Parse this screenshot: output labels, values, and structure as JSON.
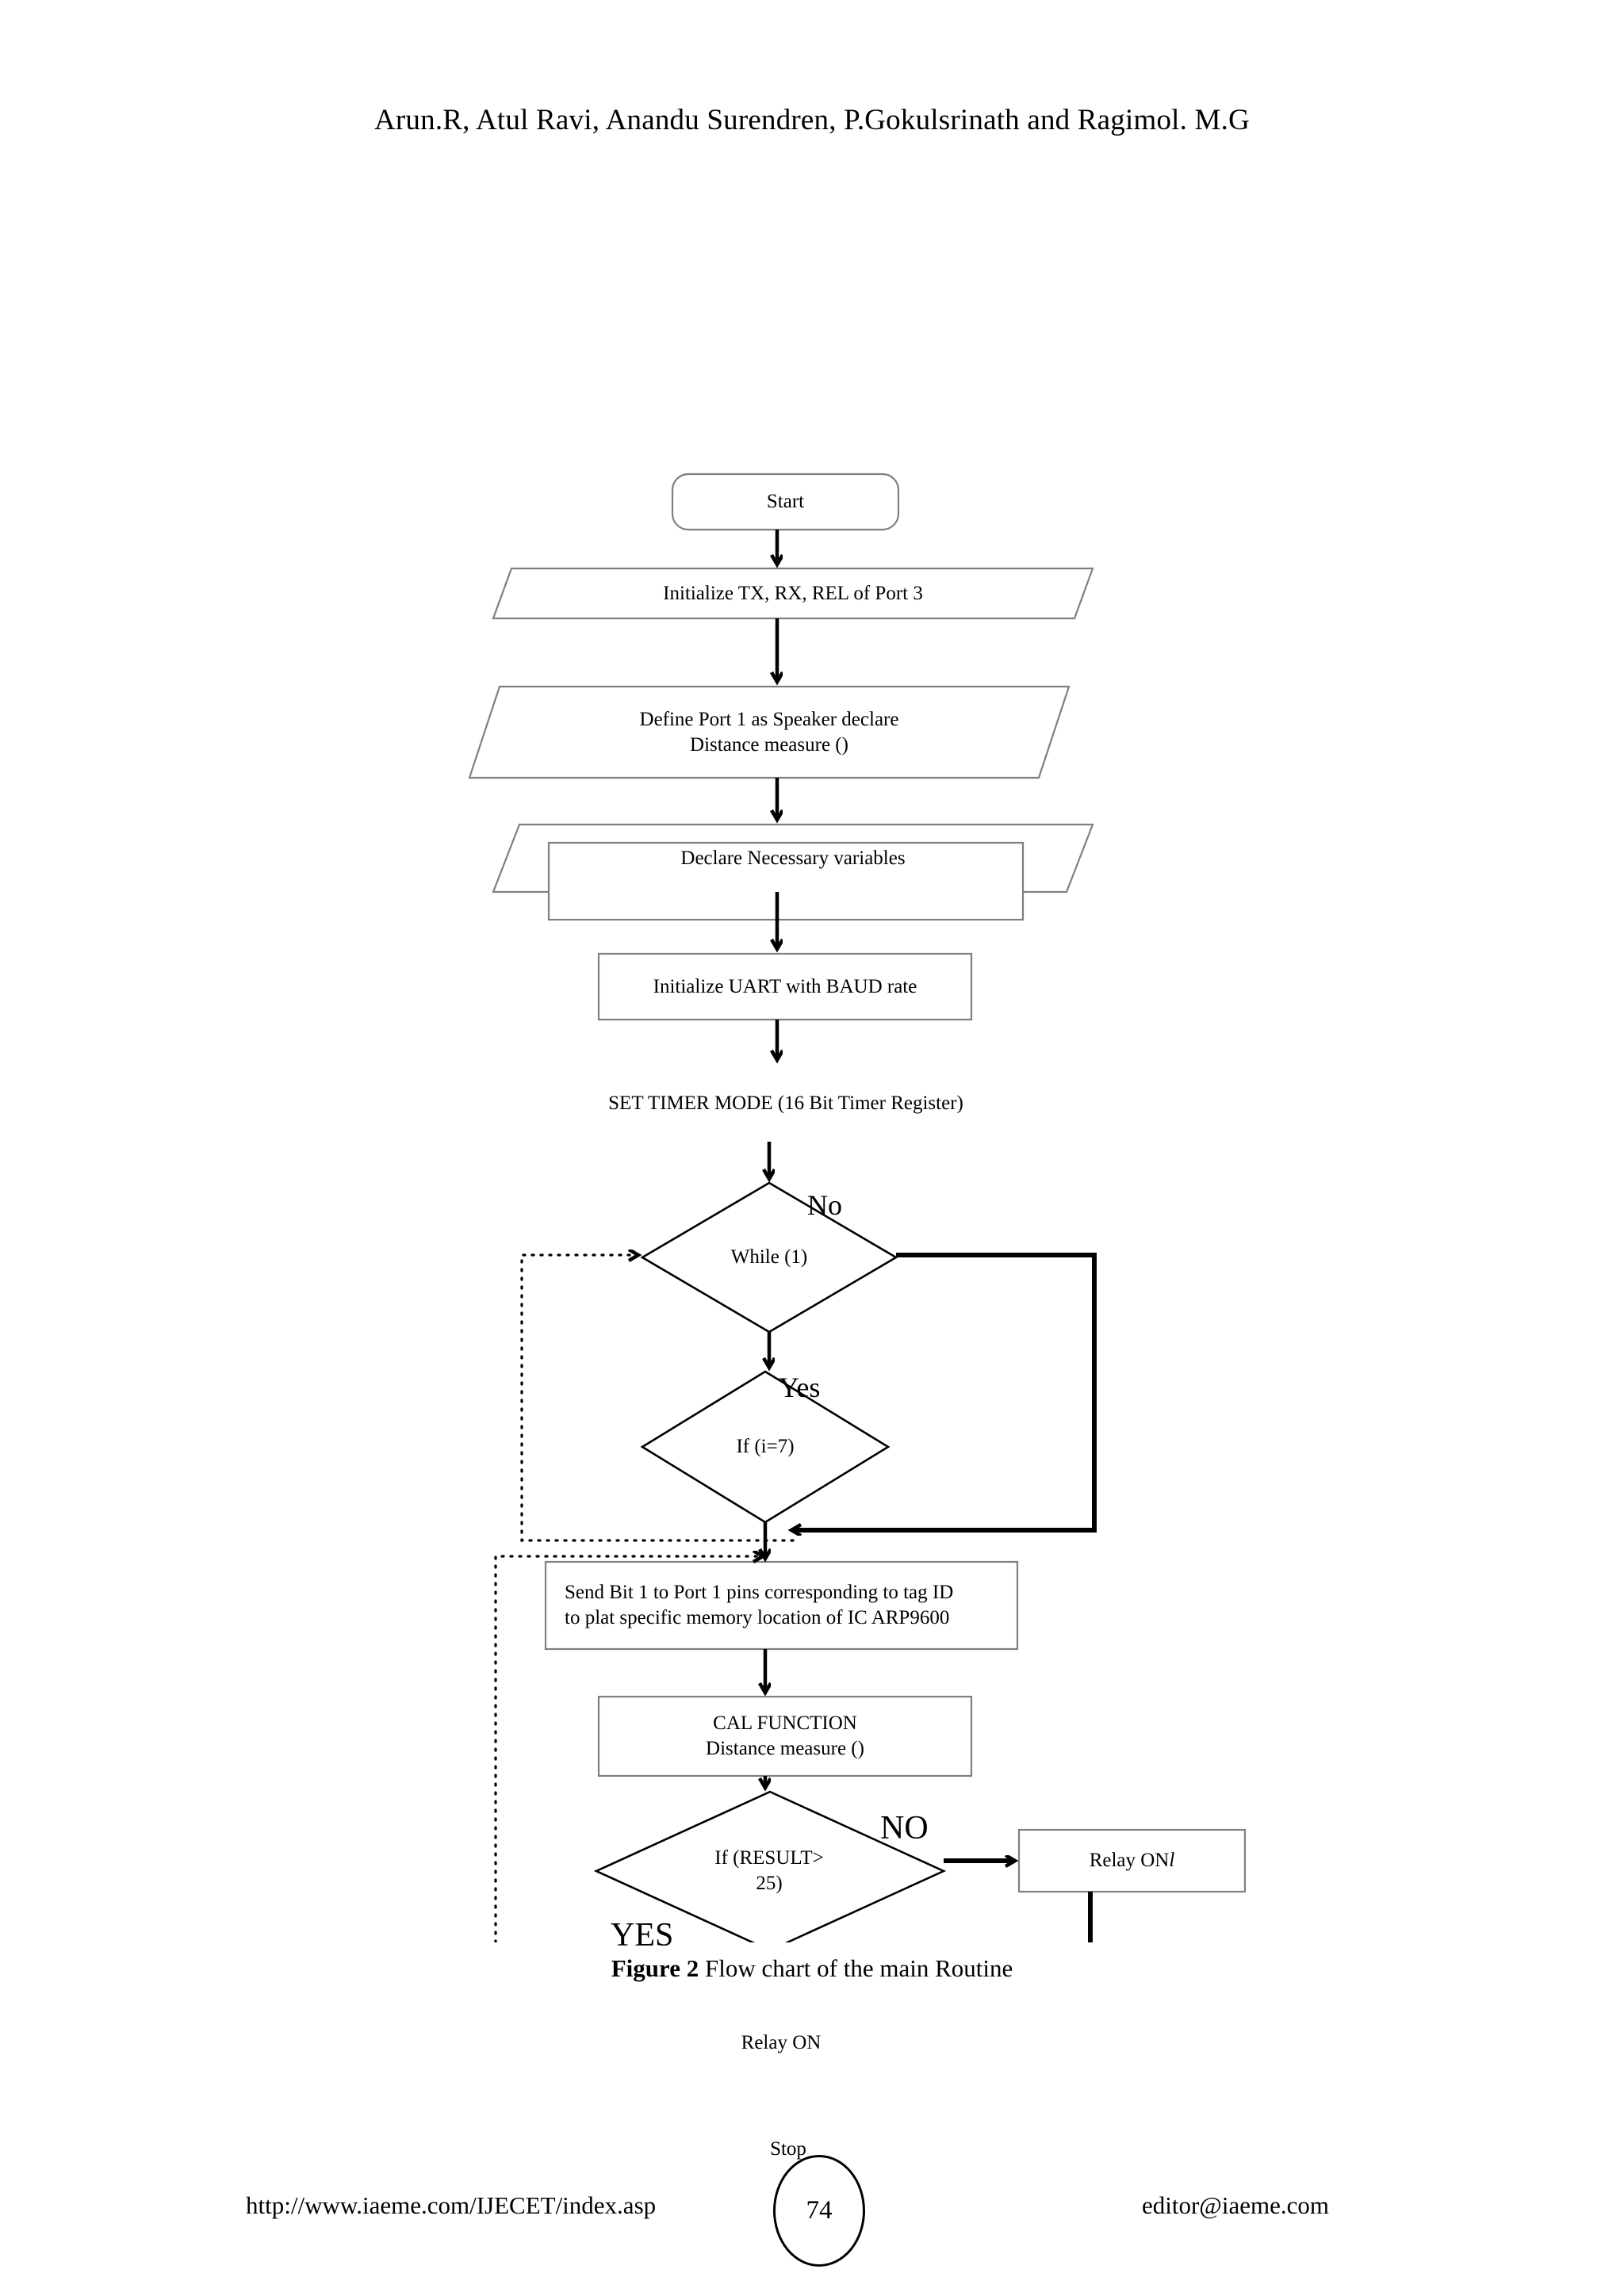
{
  "document": {
    "running_head": "Arun.R, Atul Ravi, Anandu Surendren, P.Gokulsrinath and Ragimol. M.G",
    "caption_prefix": "Figure 2",
    "caption_text": " Flow chart of the main Routine"
  },
  "footer": {
    "url": "http://www.iaeme.com/IJECET/index.asp",
    "page_number": "74",
    "email": "editor@iaeme.com"
  },
  "chart_data": {
    "type": "diagram",
    "title": "Figure 2 Flow chart of the main Routine",
    "diagram_kind": "flowchart",
    "orientation": "top-to-bottom",
    "nodes": [
      {
        "id": "start",
        "shape": "terminator",
        "text": "Start"
      },
      {
        "id": "init_port3",
        "shape": "parallelogram",
        "text": "Initialize TX, RX, REL of Port 3"
      },
      {
        "id": "def_port1",
        "shape": "parallelogram",
        "text_line1": "Define Port 1 as Speaker declare",
        "text_line2": "Distance measure ()"
      },
      {
        "id": "decl_vars",
        "shape": "parallelogram",
        "text": "Declare Necessary variables"
      },
      {
        "id": "init_uart",
        "shape": "process",
        "text": "Initialize UART with BAUD rate"
      },
      {
        "id": "set_timer",
        "shape": "process",
        "text": "SET TIMER MODE (16 Bit Timer Register)"
      },
      {
        "id": "while1",
        "shape": "decision",
        "text": "While (1)"
      },
      {
        "id": "if_i7",
        "shape": "decision",
        "text": "If (i=7)"
      },
      {
        "id": "send_bit",
        "shape": "process",
        "text_line1": "Send Bit 1 to Port 1 pins corresponding to tag ID",
        "text_line2": "to plat specific memory location of IC ARP9600"
      },
      {
        "id": "cal_fn",
        "shape": "process",
        "text_line1": "CAL FUNCTION",
        "text_line2": "Distance measure ()"
      },
      {
        "id": "if_result",
        "shape": "decision",
        "text_line1": "If (RESULT>",
        "text_line2": "25)"
      },
      {
        "id": "relay_on_l",
        "shape": "process",
        "text": "Relay ON ",
        "text_italic": "l"
      },
      {
        "id": "relay_on",
        "shape": "process",
        "text": "Relay ON"
      },
      {
        "id": "stop",
        "shape": "terminator",
        "text": "Stop"
      }
    ],
    "edge_labels": {
      "while1_no": "No",
      "while1_yes": "Yes",
      "if_result_no": "NO",
      "if_result_yes": "YES"
    },
    "edges": [
      {
        "from": "start",
        "to": "init_port3",
        "style": "solid"
      },
      {
        "from": "init_port3",
        "to": "def_port1",
        "style": "solid"
      },
      {
        "from": "def_port1",
        "to": "decl_vars",
        "style": "solid"
      },
      {
        "from": "decl_vars",
        "to": "init_uart",
        "style": "solid"
      },
      {
        "from": "init_uart",
        "to": "set_timer",
        "style": "solid"
      },
      {
        "from": "set_timer",
        "to": "while1",
        "style": "solid"
      },
      {
        "from": "while1",
        "to": "if_i7",
        "style": "solid",
        "label": "Yes"
      },
      {
        "from": "while1",
        "to": "send_bit",
        "style": "solid",
        "label": "No",
        "route": "right"
      },
      {
        "from": "if_i7",
        "to": "send_bit",
        "style": "solid"
      },
      {
        "from": "send_bit",
        "to": "cal_fn",
        "style": "solid"
      },
      {
        "from": "cal_fn",
        "to": "if_result",
        "style": "solid"
      },
      {
        "from": "if_result",
        "to": "relay_on_l",
        "style": "solid",
        "label": "NO"
      },
      {
        "from": "if_result",
        "to": "relay_on",
        "style": "solid",
        "label": "YES"
      },
      {
        "from": "relay_on",
        "to": "stop",
        "style": "solid"
      },
      {
        "from": "relay_on_l",
        "to": "stop",
        "style": "solid",
        "route": "right"
      },
      {
        "from": "send_bit",
        "to": "while1",
        "style": "dotted",
        "route": "left"
      },
      {
        "from": "stop",
        "to": "send_bit",
        "style": "dotted",
        "route": "left"
      }
    ]
  }
}
